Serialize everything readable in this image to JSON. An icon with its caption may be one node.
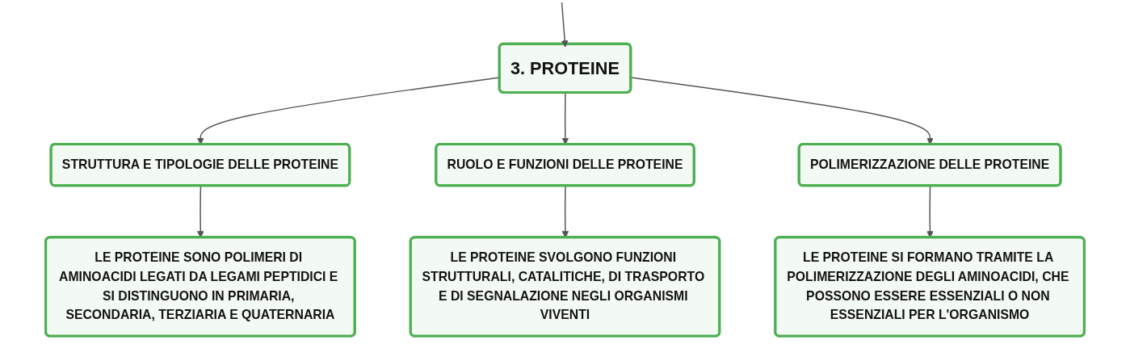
{
  "diagram": {
    "nodes": [
      {
        "text": [
          "3. PROTEINE"
        ]
      },
      {
        "text": [
          "STRUTTURA E TIPOLOGIE DELLE PROTEINE"
        ]
      },
      {
        "text": [
          "RUOLO E FUNZIONI DELLE PROTEINE"
        ]
      },
      {
        "text": [
          "POLIMERIZZAZIONE DELLE PROTEINE"
        ]
      },
      {
        "text": [
          "LE PROTEINE SONO POLIMERI DI AMINOACIDI LEGATI DA LEGAMI PEPTIDICI E SI DISTINGUONO IN PRIMARIA, SECONDARIA, TERZIARIA E QUATERNARIA"
        ]
      },
      {
        "text": [
          "LE PROTEINE SVOLGONO FUNZIONI STRUTTURALI, CATALITICHE, DI TRASPORTO E DI SEGNALAZIONE NEGLI ORGANISMI VIVENTI"
        ]
      },
      {
        "text": [
          "LE PROTEINE SI FORMANO TRAMITE LA POLIMERIZZAZIONE DEGLI AMINOACIDI, CHE POSSONO ESSERE ESSENZIALI O NON ESSENZIALI PER L'ORGANISMO"
        ]
      }
    ],
    "edges": [
      {
        "from": null,
        "to": 0,
        "arrow": "to"
      },
      {
        "from": 0,
        "to": 1,
        "arrow": "to"
      },
      {
        "from": 0,
        "to": 2,
        "arrow": "to"
      },
      {
        "from": 0,
        "to": 3,
        "arrow": "to"
      },
      {
        "from": 1,
        "to": 4,
        "arrow": "to"
      },
      {
        "from": 2,
        "to": 5,
        "arrow": "to"
      },
      {
        "from": 3,
        "to": 6,
        "arrow": "to"
      }
    ]
  }
}
